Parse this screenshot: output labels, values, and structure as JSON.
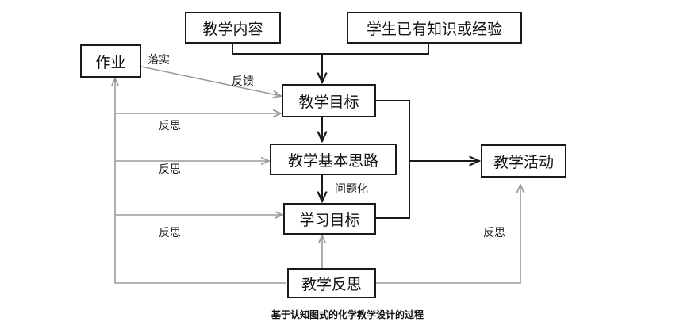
{
  "nodes": {
    "content": "教学内容",
    "prior_knowledge": "学生已有知识或经验",
    "homework": "作业",
    "goals": "教学目标",
    "basic_idea": "教学基本思路",
    "learning_goals": "学习目标",
    "activity": "教学活动",
    "reflection": "教学反思"
  },
  "edge_labels": {
    "implement": "落实",
    "feedback": "反馈",
    "reflect": "反思",
    "problematize": "问题化"
  },
  "caption": "基于认知图式的化学教学设计的过程",
  "colors": {
    "dark": "#1a1a1a",
    "gray": "#9a9a9a"
  }
}
